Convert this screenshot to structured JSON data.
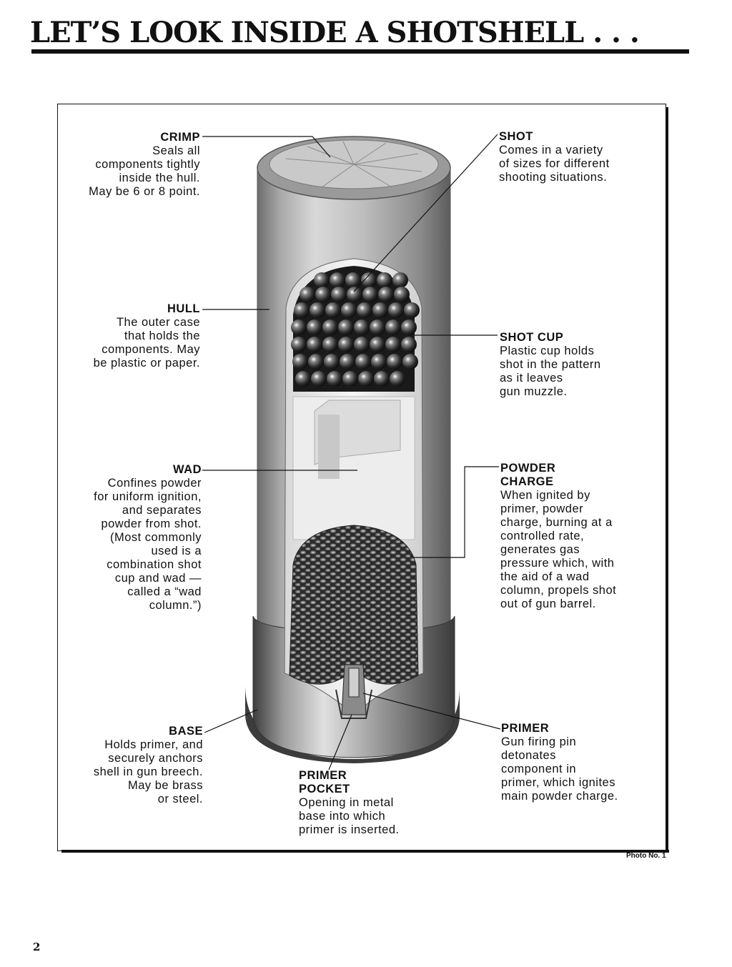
{
  "title": "LET’S LOOK INSIDE A SHOTSHELL . . .",
  "labels": {
    "crimp": {
      "heading": "CRIMP",
      "desc": "Seals all\ncomponents tightly\ninside the hull.\nMay be 6 or 8 point."
    },
    "hull": {
      "heading": "HULL",
      "desc": "The outer case\nthat holds the\ncomponents. May\nbe plastic or paper."
    },
    "wad": {
      "heading": "WAD",
      "desc": "Confines powder\nfor uniform ignition,\nand separates\npowder from shot.\n(Most commonly\nused is a\ncombination shot\ncup and wad —\ncalled a “wad\ncolumn.”)"
    },
    "base": {
      "heading": "BASE",
      "desc": "Holds primer, and\nsecurely anchors\nshell in gun breech.\nMay be brass\nor steel."
    },
    "primer_pocket": {
      "heading": "PRIMER\nPOCKET",
      "desc": "Opening in metal\nbase into which\nprimer is inserted."
    },
    "shot": {
      "heading": "SHOT",
      "desc": "Comes in a variety\nof sizes for different\nshooting situations."
    },
    "shot_cup": {
      "heading": "SHOT CUP",
      "desc": "Plastic cup holds\nshot in the pattern\nas it leaves\ngun muzzle."
    },
    "powder_charge": {
      "heading": "POWDER\nCHARGE",
      "desc": "When ignited by\nprimer, powder\ncharge, burning at a\ncontrolled rate,\ngenerates gas\npressure which, with\nthe aid of a wad\ncolumn, propels shot\nout of gun barrel."
    },
    "primer": {
      "heading": "PRIMER",
      "desc": "Gun firing pin\ndetonates\ncomponent in\nprimer, which ignites\nmain powder charge."
    }
  },
  "caption": "Photo No. 1",
  "page_number": "2"
}
